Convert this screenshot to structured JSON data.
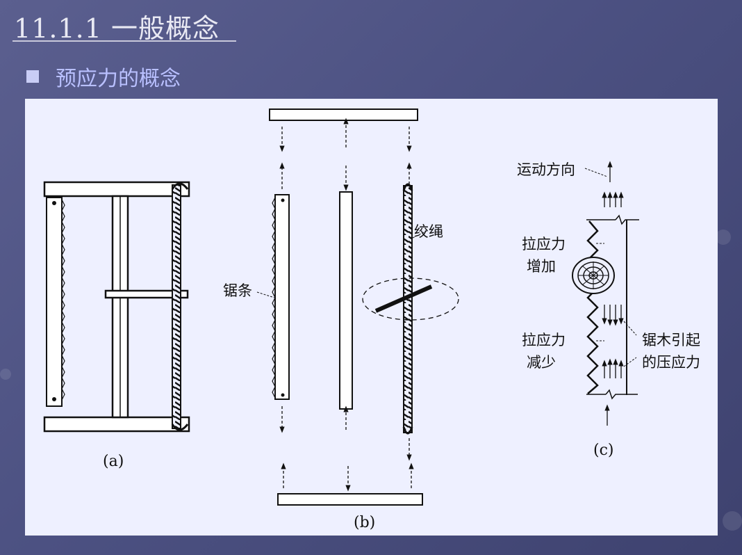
{
  "slide": {
    "title": "11.1.1 一般概念",
    "subtitle": "预应力的概念"
  },
  "figure": {
    "labels": {
      "saw_blade": "锯条",
      "twisted_rope": "绞绳",
      "motion_direction": "运动方向",
      "tension_increase_1": "拉应力",
      "tension_increase_2": "增加",
      "tension_decrease_1": "拉应力",
      "tension_decrease_2": "减少",
      "compression_1": "锯木引起",
      "compression_2": "的压应力"
    },
    "captions": {
      "a": "(a)",
      "b": "(b)",
      "c": "(c)"
    }
  },
  "colors": {
    "background": "#4f5385",
    "title": "#e9e9f3",
    "subtitle": "#b9c0ff",
    "panel": "#eef0ff",
    "ink": "#111111"
  }
}
